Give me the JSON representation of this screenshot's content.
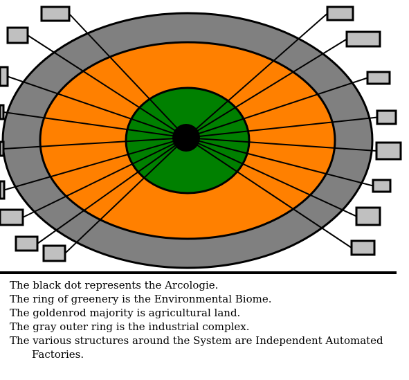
{
  "colors": {
    "industrial": "#808080",
    "agriculture": "#ff8000",
    "biome": "#008000",
    "arcologie": "#000000",
    "factory": "#c0c0c0",
    "outline": "#000000"
  },
  "factory_count": 17,
  "legend": [
    "The black dot represents the Arcologie.",
    "The ring of greenery is the Environmental Biome.",
    "The goldenrod majority is agricultural land.",
    "The gray outer ring is the industrial complex.",
    "The various structures around the System are Independent Automated Factories."
  ]
}
